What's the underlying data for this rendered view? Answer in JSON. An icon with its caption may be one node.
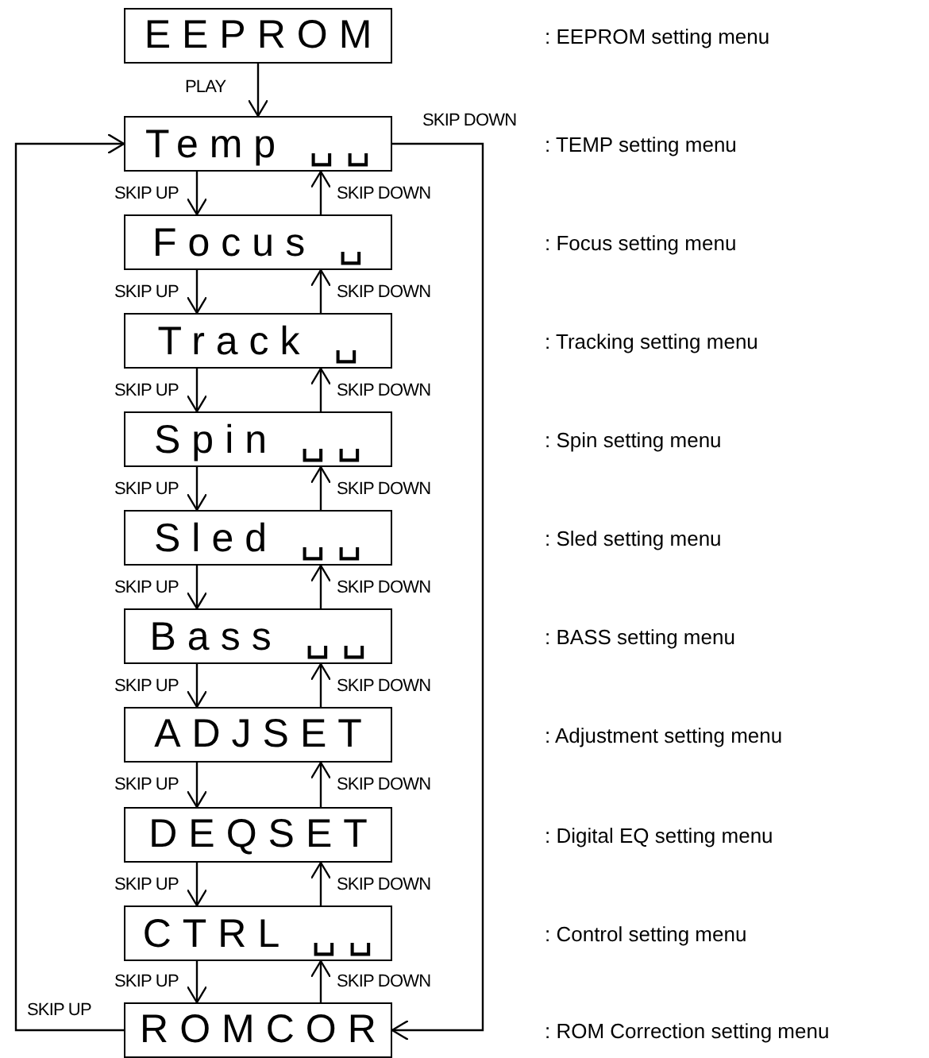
{
  "diagram": {
    "nodes": [
      {
        "text": [
          "EEPROM"
        ]
      },
      {
        "text": [
          "Temp ␣␣"
        ]
      },
      {
        "text": [
          "Focus ␣"
        ]
      },
      {
        "text": [
          "Track ␣"
        ]
      },
      {
        "text": [
          "Spin ␣␣"
        ]
      },
      {
        "text": [
          "Sled ␣␣"
        ]
      },
      {
        "text": [
          "Bass ␣␣"
        ]
      },
      {
        "text": [
          "ADJSET"
        ]
      },
      {
        "text": [
          "DEQSET"
        ]
      },
      {
        "text": [
          "CTRL ␣␣"
        ]
      },
      {
        "text": [
          "ROMCOR"
        ]
      }
    ],
    "edges": [
      {
        "from": 0,
        "to": 1,
        "arrow": "to",
        "label": "PLAY"
      },
      {
        "from": 1,
        "to": 2,
        "arrow": "to",
        "label": "SKIP UP"
      },
      {
        "from": 2,
        "to": 1,
        "arrow": "to",
        "label": "SKIP DOWN"
      },
      {
        "from": 2,
        "to": 3,
        "arrow": "to",
        "label": "SKIP UP"
      },
      {
        "from": 3,
        "to": 2,
        "arrow": "to",
        "label": "SKIP DOWN"
      },
      {
        "from": 3,
        "to": 4,
        "arrow": "to",
        "label": "SKIP UP"
      },
      {
        "from": 4,
        "to": 3,
        "arrow": "to",
        "label": "SKIP DOWN"
      },
      {
        "from": 4,
        "to": 5,
        "arrow": "to",
        "label": "SKIP UP"
      },
      {
        "from": 5,
        "to": 4,
        "arrow": "to",
        "label": "SKIP DOWN"
      },
      {
        "from": 5,
        "to": 6,
        "arrow": "to",
        "label": "SKIP UP"
      },
      {
        "from": 6,
        "to": 5,
        "arrow": "to",
        "label": "SKIP DOWN"
      },
      {
        "from": 6,
        "to": 7,
        "arrow": "to",
        "label": "SKIP UP"
      },
      {
        "from": 7,
        "to": 6,
        "arrow": "to",
        "label": "SKIP DOWN"
      },
      {
        "from": 7,
        "to": 8,
        "arrow": "to",
        "label": "SKIP UP"
      },
      {
        "from": 8,
        "to": 7,
        "arrow": "to",
        "label": "SKIP DOWN"
      },
      {
        "from": 8,
        "to": 9,
        "arrow": "to",
        "label": "SKIP UP"
      },
      {
        "from": 9,
        "to": 8,
        "arrow": "to",
        "label": "SKIP DOWN"
      },
      {
        "from": 9,
        "to": 10,
        "arrow": "to",
        "label": "SKIP UP"
      },
      {
        "from": 10,
        "to": 9,
        "arrow": "to",
        "label": "SKIP DOWN"
      },
      {
        "from": 10,
        "to": 1,
        "arrow": "to",
        "label": "SKIP UP"
      },
      {
        "from": 1,
        "to": 10,
        "arrow": "to",
        "label": "SKIP DOWN"
      }
    ],
    "labels": [
      ": EEPROM setting menu",
      ": TEMP setting menu",
      ": Focus setting menu",
      ": Tracking setting menu",
      ": Spin setting menu",
      ": Sled setting menu",
      ": BASS setting menu",
      ": Adjustment setting menu",
      ": Digital EQ setting menu",
      ": Control setting menu",
      ": ROM Correction setting menu"
    ]
  }
}
